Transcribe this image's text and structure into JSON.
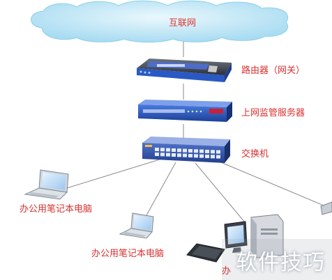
{
  "diagram": {
    "nodes": {
      "internet": {
        "label": "互联网",
        "icon": "cloud-icon"
      },
      "router": {
        "label": "路由器（网关）",
        "icon": "router-icon"
      },
      "monitor_server": {
        "label": "上网监管服务器",
        "icon": "server-icon"
      },
      "switch": {
        "label": "交换机",
        "icon": "switch-icon"
      },
      "laptop_1": {
        "label": "办公用笔记本电脑",
        "icon": "laptop-icon"
      },
      "laptop_2": {
        "label": "办公用笔记本电脑",
        "icon": "laptop-icon"
      },
      "desktop_1": {
        "label": "办",
        "icon": "desktop-computer-icon"
      },
      "edge_device": {
        "icon": "partial-device-icon"
      }
    },
    "edges": [
      [
        "internet",
        "router"
      ],
      [
        "router",
        "monitor_server"
      ],
      [
        "monitor_server",
        "switch"
      ],
      [
        "switch",
        "laptop_1"
      ],
      [
        "switch",
        "laptop_2"
      ],
      [
        "switch",
        "desktop_1"
      ],
      [
        "switch",
        "edge_device"
      ]
    ]
  },
  "watermark": {
    "text": "软件技巧"
  },
  "colors": {
    "label": "#d8312f",
    "link_line": "#8a8a8a",
    "cloud": "#b9e4f6",
    "device_blue": "#2c58b8"
  }
}
